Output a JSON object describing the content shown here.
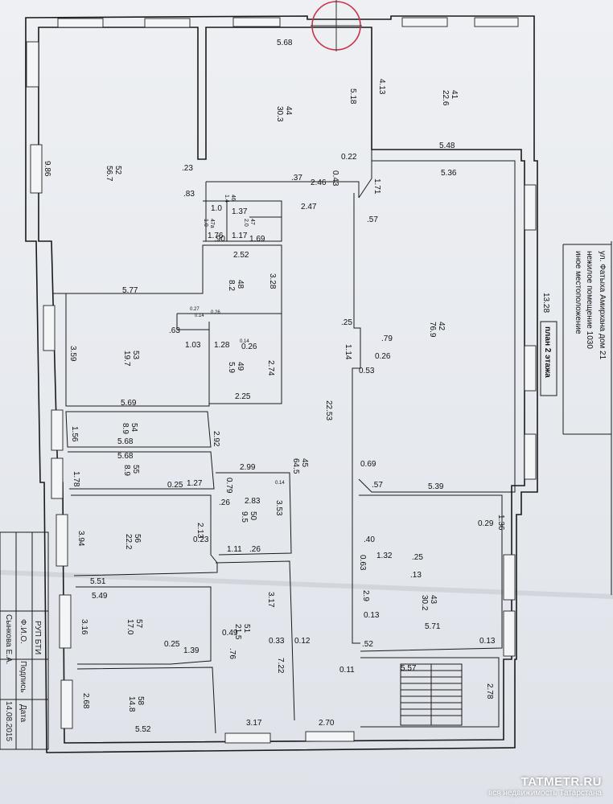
{
  "title_block": {
    "street": "ул. Фатыха Амирхана дом 21",
    "premises": "нежилое помещение 1030",
    "location": "иное местоположение",
    "floor_plan": "план 2 этажа"
  },
  "stamp": {
    "org": "РУП БТИ",
    "name_label": "Ф.И.О.",
    "signature_label": "Подпись",
    "date_label": "Дата",
    "executor": "Сынкова Е.А.",
    "date": "14.08.2015"
  },
  "rooms": [
    {
      "id": "41",
      "area": "22.6"
    },
    {
      "id": "42",
      "area": "76.9"
    },
    {
      "id": "43",
      "area": "30.2"
    },
    {
      "id": "44",
      "area": "30.3"
    },
    {
      "id": "45",
      "area": "64.5"
    },
    {
      "id": "46",
      "area": "1.4"
    },
    {
      "id": "47",
      "area": "2.0"
    },
    {
      "id": "47a",
      "area": "1.0"
    },
    {
      "id": "48",
      "area": "8.2"
    },
    {
      "id": "49",
      "area": "5.9"
    },
    {
      "id": "50",
      "area": "9.5"
    },
    {
      "id": "51",
      "area": "21.5"
    },
    {
      "id": "52",
      "area": "56.7"
    },
    {
      "id": "53",
      "area": "19.7"
    },
    {
      "id": "54",
      "area": "8.9"
    },
    {
      "id": "55",
      "area": "8.9"
    },
    {
      "id": "56",
      "area": "22.2"
    },
    {
      "id": "57",
      "area": "17.0"
    },
    {
      "id": "58",
      "area": "14.8"
    }
  ],
  "dimensions": [
    "5.68",
    "5.18",
    "4.13",
    "5.48",
    "0.22",
    "9.86",
    ".23",
    ".83",
    ".37",
    "2.46",
    "0.43",
    "1.71",
    "5.36",
    "1.37",
    "1.0",
    "2.47",
    ".57",
    "1.76",
    ".90",
    "1.17",
    "1.69",
    "2.52",
    "3.28",
    "5.77",
    "0.27",
    "0.26",
    "0.14",
    ".63",
    "1.03",
    "1.28",
    "0.26",
    "0.14",
    "2.74",
    "3.59",
    "5.69",
    "2.25",
    ".25",
    "1.14",
    ".79",
    "0.26",
    "0.53",
    "22.53",
    "13.28",
    "1.56",
    "5.68",
    "2.92",
    "1.78",
    "5.68",
    "2.99",
    "0.79",
    "0.14",
    "0.25",
    "1.27",
    "0.69",
    ".57",
    "5.39",
    ".26",
    "2.83",
    "3.53",
    "1.36",
    "0.29",
    "3.94",
    "2.13",
    "0.23",
    "1.11",
    ".26",
    ".40",
    "1.32",
    ".25",
    "0.63",
    ".13",
    "5.51",
    "5.49",
    "3.17",
    "3.16",
    "0.49",
    "0.33",
    "0.12",
    "2.9",
    "0.13",
    "5.71",
    "0.25",
    "1.39",
    ".76",
    "5.57",
    "0.13",
    ".52",
    "7.22",
    "0.11",
    "2.68",
    "2.78",
    "5.52",
    "3.17",
    "2.70"
  ],
  "watermark": {
    "name": "TATMETR.RU",
    "tagline": "вся недвижимость Татарстана"
  }
}
